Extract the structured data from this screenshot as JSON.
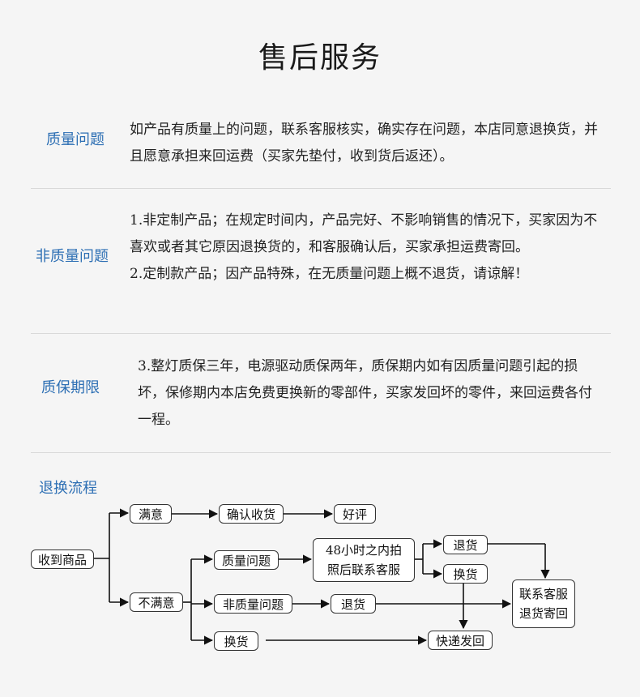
{
  "page": {
    "title": "售后服务"
  },
  "sections": [
    {
      "label": "质量问题",
      "paragraphs": [
        "如产品有质量上的问题，联系客服核实，确实存在问题，本店同意退换货，并且愿意承担来回运费（买家先垫付，收到货后返还）。"
      ]
    },
    {
      "label": "非质量问题",
      "paragraphs": [
        "1.非定制产品；在规定时间内，产品完好、不影响销售的情况下，买家因为不喜欢或者其它原因退换货的，和客服确认后，买家承担运费寄回。",
        "2.定制款产品；因产品特殊，在无质量问题上概不退货，请谅解！"
      ]
    },
    {
      "label": "质保期限",
      "paragraphs": [
        "3.整灯质保三年，电源驱动质保两年，质保期内如有因质量问题引起的损坏，保修期内本店免费更换新的零部件，买家发回坏的零件，来回运费各付一程。"
      ]
    }
  ],
  "flow": {
    "title": "退换流程",
    "nodes": {
      "receive": "收到商品",
      "satisfied": "满意",
      "confirm": "确认收货",
      "review": "好评",
      "unsatisfied": "不满意",
      "quality": "质量问题",
      "contact48_line1": "48小时之内拍",
      "contact48_line2": "照后联系客服",
      "refund": "退货",
      "exchange": "换货",
      "nonquality": "非质量问题",
      "refund2": "退货",
      "exchange2": "换货",
      "express": "快递发回",
      "final_line1": "联系客服",
      "final_line2": "退货寄回"
    }
  }
}
